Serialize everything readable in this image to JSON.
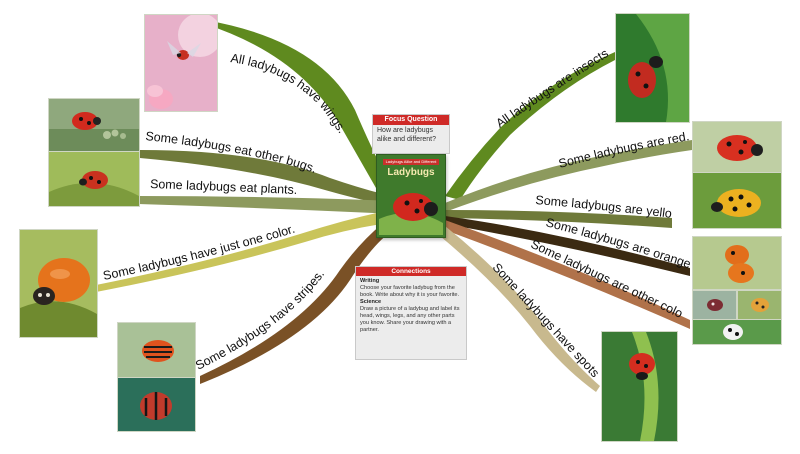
{
  "colors": {
    "olive_green": "#5f8a1f",
    "olive_drab": "#6f7a3a",
    "sage": "#8d9a5e",
    "yellow_green": "#c9c45a",
    "brown": "#7a5126",
    "khaki": "#c8b98e",
    "dark_brown": "#3b2a12",
    "tan_brown": "#b0724a",
    "focus_red": "#cf2a27"
  },
  "branches": [
    {
      "id": "wings",
      "label": "All ladybugs have wings.",
      "side": "left",
      "color_key": "olive_green",
      "photo_icon": "ladybug-flying-icon"
    },
    {
      "id": "eat-bugs",
      "label": "Some ladybugs eat other bugs.",
      "side": "left",
      "color_key": "olive_drab",
      "photo_icon": "ladybug-aphids-icon"
    },
    {
      "id": "eat-plants",
      "label": "Some ladybugs eat plants.",
      "side": "left",
      "color_key": "sage",
      "photo_icon": "ladybug-leaf-icon"
    },
    {
      "id": "one-color",
      "label": "Some ladybugs have just one color.",
      "side": "left",
      "color_key": "yellow_green",
      "photo_icon": "orange-ladybug-icon"
    },
    {
      "id": "stripes",
      "label": "Some ladybugs have stripes.",
      "side": "left",
      "color_key": "brown",
      "photo_icon": "striped-ladybug-icon"
    },
    {
      "id": "insects",
      "label": "All ladybugs are insects.",
      "side": "right",
      "color_key": "olive_green",
      "photo_icon": "ladybug-climbing-icon"
    },
    {
      "id": "red",
      "label": "Some ladybugs are red.",
      "side": "right",
      "color_key": "sage",
      "photo_icon": "red-ladybug-icon"
    },
    {
      "id": "yellow",
      "label": "Some ladybugs are yellow.",
      "side": "right",
      "color_key": "olive_drab",
      "photo_icon": "yellow-ladybug-icon"
    },
    {
      "id": "orange",
      "label": "Some ladybugs are orange.",
      "side": "right",
      "color_key": "dark_brown",
      "photo_icon": "orange-ladybugs-icon"
    },
    {
      "id": "other-colors",
      "label": "Some ladybugs are other colors.",
      "side": "right",
      "color_key": "tan_brown",
      "photo_icon": "varied-ladybugs-icon"
    },
    {
      "id": "spots",
      "label": "Some ladybugs have spots.",
      "side": "right",
      "color_key": "khaki",
      "photo_icon": "spotted-ladybug-icon"
    }
  ],
  "book": {
    "band": "Ladybugs Alike and Different",
    "title": "Ladybugs"
  },
  "focus_question": {
    "heading": "Focus Question",
    "question": "How are ladybugs alike and different?"
  },
  "connections": {
    "heading": "Connections",
    "writing_label": "Writing",
    "writing_text": "Choose your favorite ladybug from the book. Write about why it is your favorite.",
    "science_label": "Science",
    "science_text": "Draw a picture of a ladybug and label its head, wings, legs, and any other parts you know. Share your drawing with a partner."
  }
}
